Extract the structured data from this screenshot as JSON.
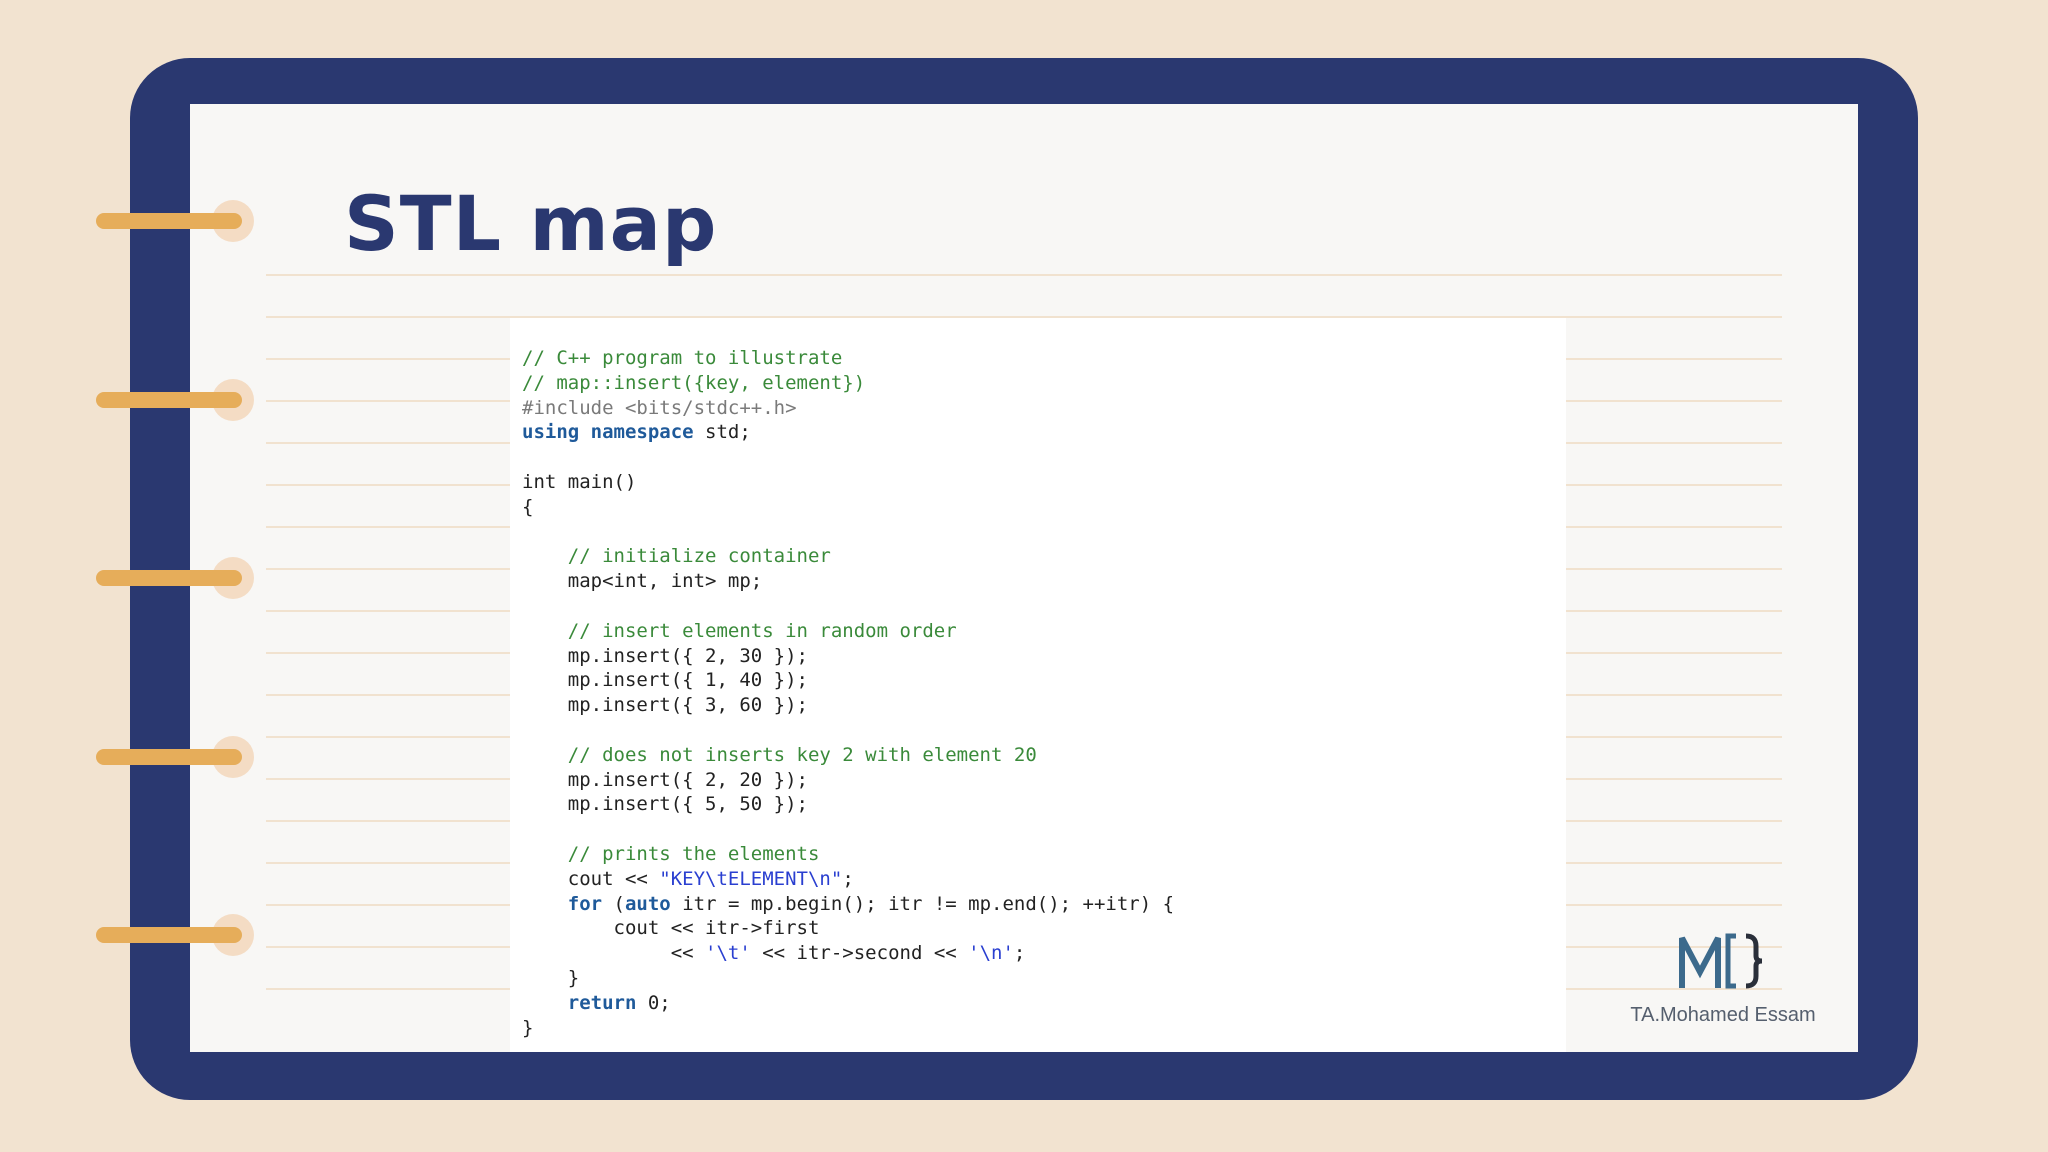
{
  "slide": {
    "title": "STL map",
    "code_lines": [
      "// C++ program to illustrate",
      "// map::insert({key, element})",
      "#include <bits/stdc++.h>",
      "using namespace std;",
      "",
      "int main()",
      "{",
      "",
      "    // initialize container",
      "    map<int, int> mp;",
      "",
      "    // insert elements in random order",
      "    mp.insert({ 2, 30 });",
      "    mp.insert({ 1, 40 });",
      "    mp.insert({ 3, 60 });",
      "",
      "    // does not inserts key 2 with element 20",
      "    mp.insert({ 2, 20 });",
      "    mp.insert({ 5, 50 });",
      "",
      "    // prints the elements",
      "    cout << \"KEY\\tELEMENT\\n\";",
      "    for (auto itr = mp.begin(); itr != mp.end(); ++itr) {",
      "        cout << itr->first",
      "             << '\\t' << itr->second << '\\n';",
      "    }",
      "    return 0;",
      "}"
    ],
    "author": "TA.Mohamed Essam",
    "logo_icon": "brace-logo-icon"
  },
  "colors": {
    "background": "#f2e3d0",
    "binder": "#2a3870",
    "page": "#f8f7f5",
    "rings": "#e6ad5a",
    "title": "#2a3870",
    "comment": "#3a8a3a",
    "keyword": "#1f5a9a",
    "string": "#2a3fd0"
  }
}
